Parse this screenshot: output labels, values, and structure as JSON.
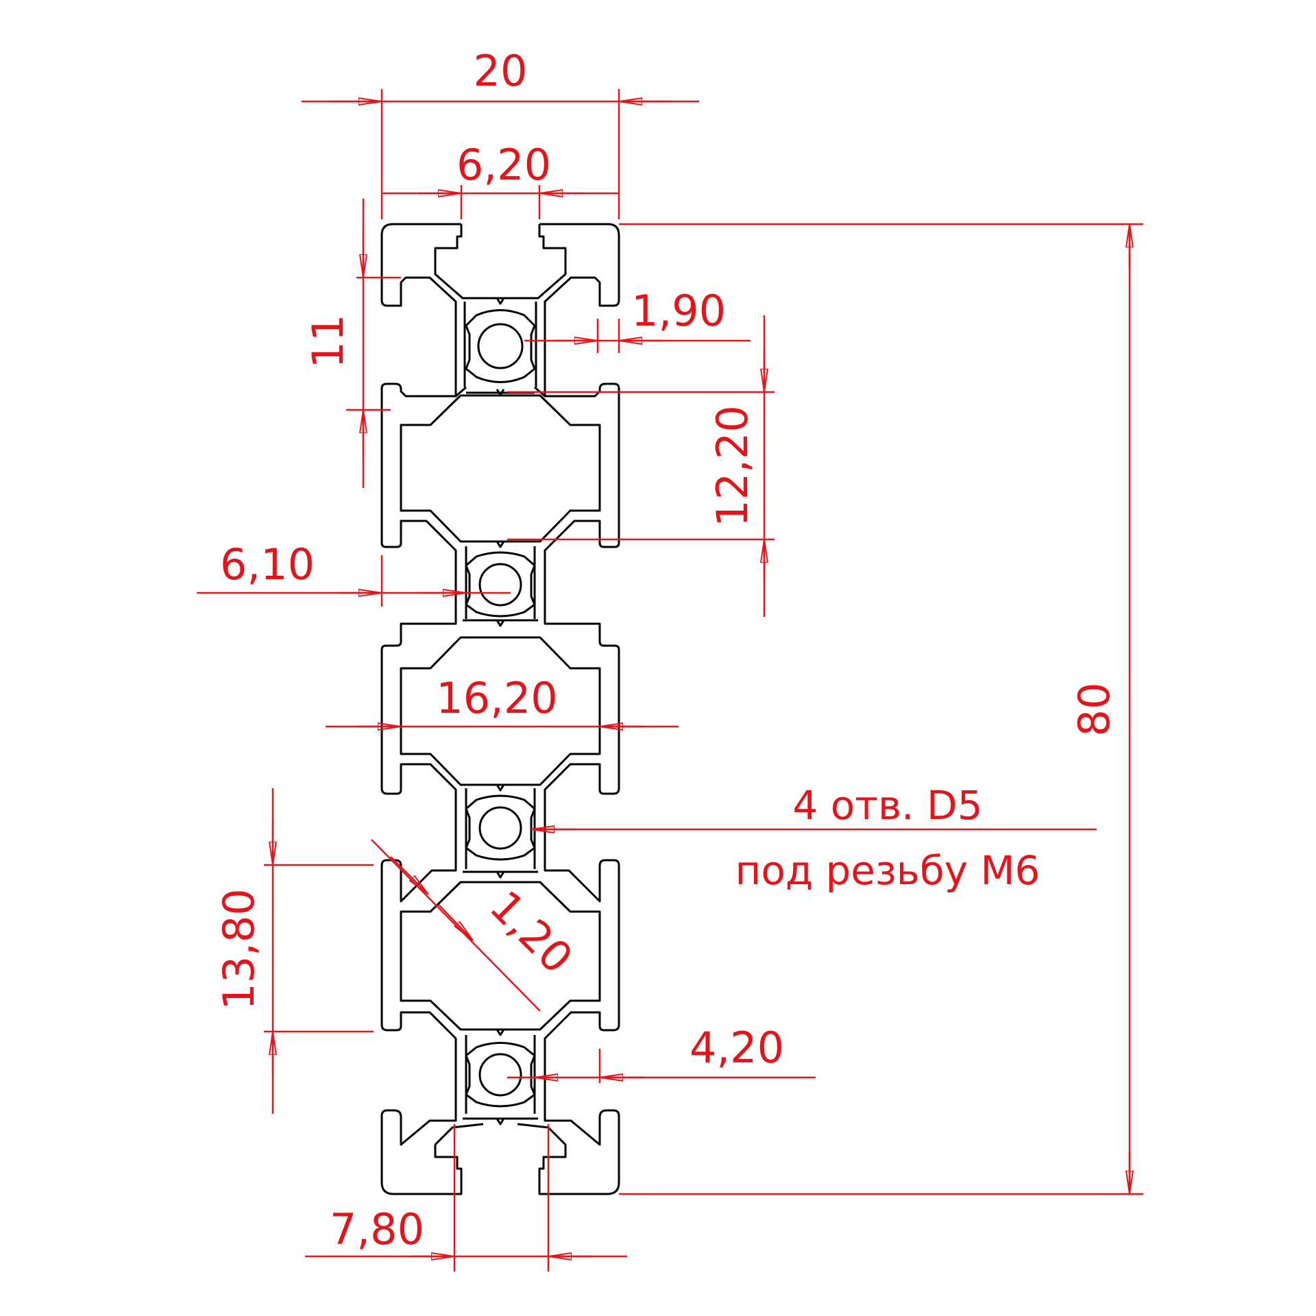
{
  "colors": {
    "profile": "#000000",
    "dimension": "#e5141b",
    "background": "#ffffff"
  },
  "dimensions": {
    "total_width": "20",
    "slot_width": "6,20",
    "slot_depth": "11",
    "wall": "1,90",
    "slot_pitch": "12,20",
    "offset": "6,10",
    "inner_width": "16,20",
    "cell_height": "13,80",
    "chamfer": "1,20",
    "rib": "4,20",
    "bottom_slot": "7,80",
    "total_height": "80"
  },
  "hole_note": {
    "line1": "4 отв. D5",
    "line2": "под резьбу М6"
  }
}
